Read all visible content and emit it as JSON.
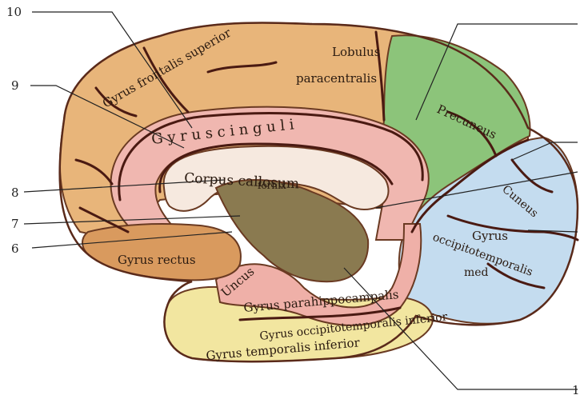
{
  "numbers": {
    "n10": "10",
    "n9": "9",
    "n8": "8",
    "n7": "7",
    "n6": "6",
    "n1": "1"
  },
  "labels": {
    "gyrus_frontalis_superior": "Gyrus frontalis superior",
    "lobulus_paracentralis_1": "Lobulus",
    "lobulus_paracentralis_2": "paracentralis",
    "precuneus": "Precuneus",
    "gyrus_cinguli": "G y r u s   c i n g u l i",
    "corpus_callosum": "Corpus callosum",
    "fornix": "fornix",
    "cuneus": "Cuneus",
    "gyrus_occipitotemporalis_med_1": "Gyrus",
    "gyrus_occipitotemporalis_med_2": "occipitotemporalis",
    "gyrus_occipitotemporalis_med_3": "med",
    "gyrus_rectus": "Gyrus  rectus",
    "uncus": "Uncus",
    "gyrus_parahippocampalis": "Gyrus parahippocampalis",
    "gyrus_occipitotemporalis_inferior": "Gyrus occipitotemporalis inferior",
    "gyrus_temporalis_inferior": "Gyrus temporalis  inferior"
  },
  "colors": {
    "frontal": "#e8b57a",
    "frontal_dark": "#d99a5e",
    "parietal_green": "#8cc47a",
    "cingulate_pink": "#f0b7b0",
    "occipital_blue": "#c4dcef",
    "temporal_yellow": "#f2e6a0",
    "parahippocampal_pink": "#efb0a8",
    "corpus_callosum": "#f6e9df",
    "thalamus": "#8a7a50"
  }
}
